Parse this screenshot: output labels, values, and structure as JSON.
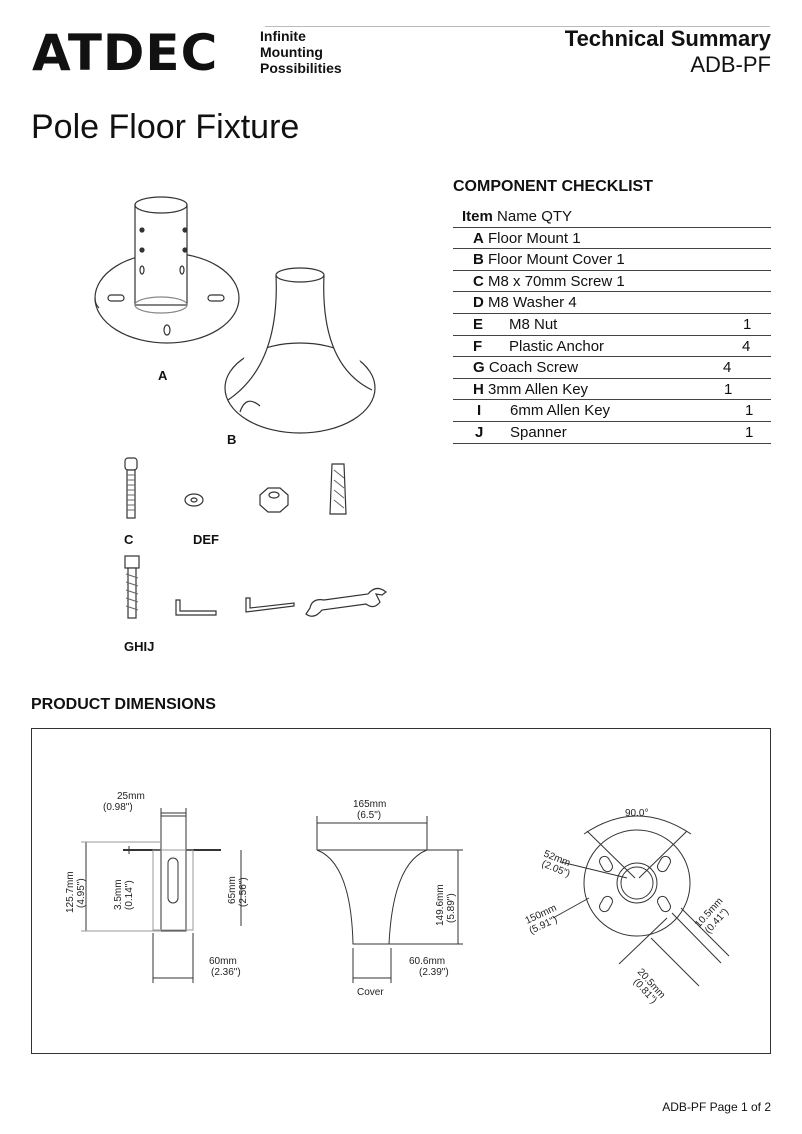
{
  "header": {
    "logo": "ATDEC",
    "tagline": [
      "Infinite",
      "Mounting",
      "Possibilities"
    ],
    "doc_type": "Technical Summary",
    "model": "ADB-PF"
  },
  "page_title": "Pole Floor Fixture",
  "checklist": {
    "heading": "COMPONENT CHECKLIST",
    "header_row": {
      "item": "Item",
      "rest": "Name QTY"
    },
    "rows": [
      {
        "item": "A",
        "name": "Floor Mount",
        "qty": "1"
      },
      {
        "item": "B",
        "name": "Floor Mount Cover",
        "qty": "1"
      },
      {
        "item": "C",
        "name": "M8 x 70mm Screw",
        "qty": "1"
      },
      {
        "item": "D",
        "name": "M8 Washer",
        "qty": "4"
      },
      {
        "item": "E",
        "name": "M8 Nut",
        "qty": "1"
      },
      {
        "item": "F",
        "name": "Plastic Anchor",
        "qty": "4"
      },
      {
        "item": "G",
        "name": "Coach Screw",
        "qty": "4"
      },
      {
        "item": "H",
        "name": "3mm Allen Key",
        "qty": "1"
      },
      {
        "item": "I",
        "name": "6mm Allen Key",
        "qty": "1"
      },
      {
        "item": "J",
        "name": "Spanner",
        "qty": "1"
      }
    ]
  },
  "parts": {
    "label_a": "A",
    "label_b": "B",
    "label_c": "C",
    "label_def": "DEF",
    "label_ghij": "GHIJ"
  },
  "dimensions": {
    "heading": "PRODUCT DIMENSIONS",
    "side": {
      "width": "25mm",
      "width_in": "(0.98\")",
      "height": "125.7mm",
      "height_in": "(4.95\")",
      "plate": "3.5mm",
      "plate_in": "(0.14\")",
      "pole": "65mm",
      "pole_in": "(2.56\")",
      "dia": "60mm",
      "dia_in": "(2.36\")"
    },
    "cover": {
      "top": "165mm",
      "top_in": "(6.5\")",
      "height": "149.6mm",
      "height_in": "(5.89\")",
      "dia": "60.6mm",
      "dia_in": "(2.39\")",
      "caption": "Cover"
    },
    "plan": {
      "angle": "90.0°",
      "inner": "52mm",
      "inner_in": "(2.05\")",
      "outer": "150mm",
      "outer_in": "(5.91\")",
      "slot_w": "10.5mm",
      "slot_w_in": "(0.41\")",
      "slot_l": "20.5mm",
      "slot_l_in": "(0.81\")"
    }
  },
  "footer": "ADB-PF Page 1 of 2"
}
